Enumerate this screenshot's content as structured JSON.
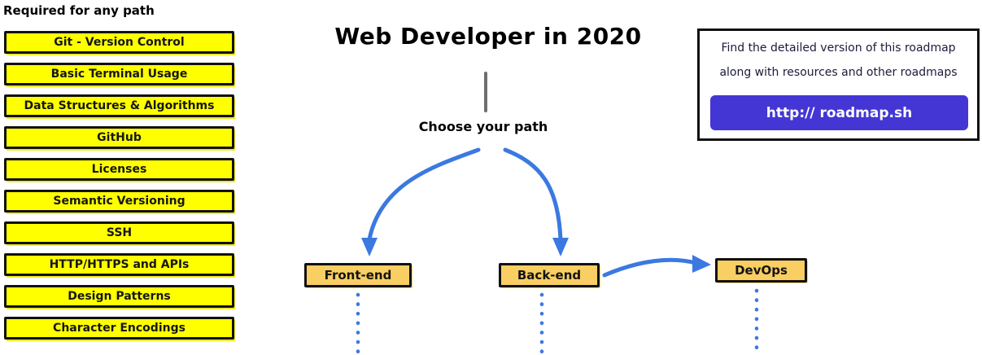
{
  "left_panel": {
    "header": "Required for any path",
    "items": [
      "Git - Version Control",
      "Basic Terminal Usage",
      "Data Structures & Algorithms",
      "GitHub",
      "Licenses",
      "Semantic Versioning",
      "SSH",
      "HTTP/HTTPS and APIs",
      "Design Patterns",
      "Character Encodings"
    ]
  },
  "center": {
    "title": "Web Developer in 2020",
    "choose_label": "Choose your path",
    "paths": [
      {
        "label": "Front-end"
      },
      {
        "label": "Back-end"
      },
      {
        "label": "DevOps"
      }
    ]
  },
  "info_box": {
    "line1": "Find the detailed version of this roadmap",
    "line2": "along with resources and other roadmaps",
    "button_label": "http:// roadmap.sh"
  },
  "colors": {
    "yellow": "#ffff00",
    "amber": "#f9ce62",
    "blue": "#3b79e1",
    "indigo": "#4436d4",
    "ink": "#111111",
    "graybar": "#6e6e6e",
    "infotext": "#1b1b3a",
    "bg": "#ffffff"
  }
}
